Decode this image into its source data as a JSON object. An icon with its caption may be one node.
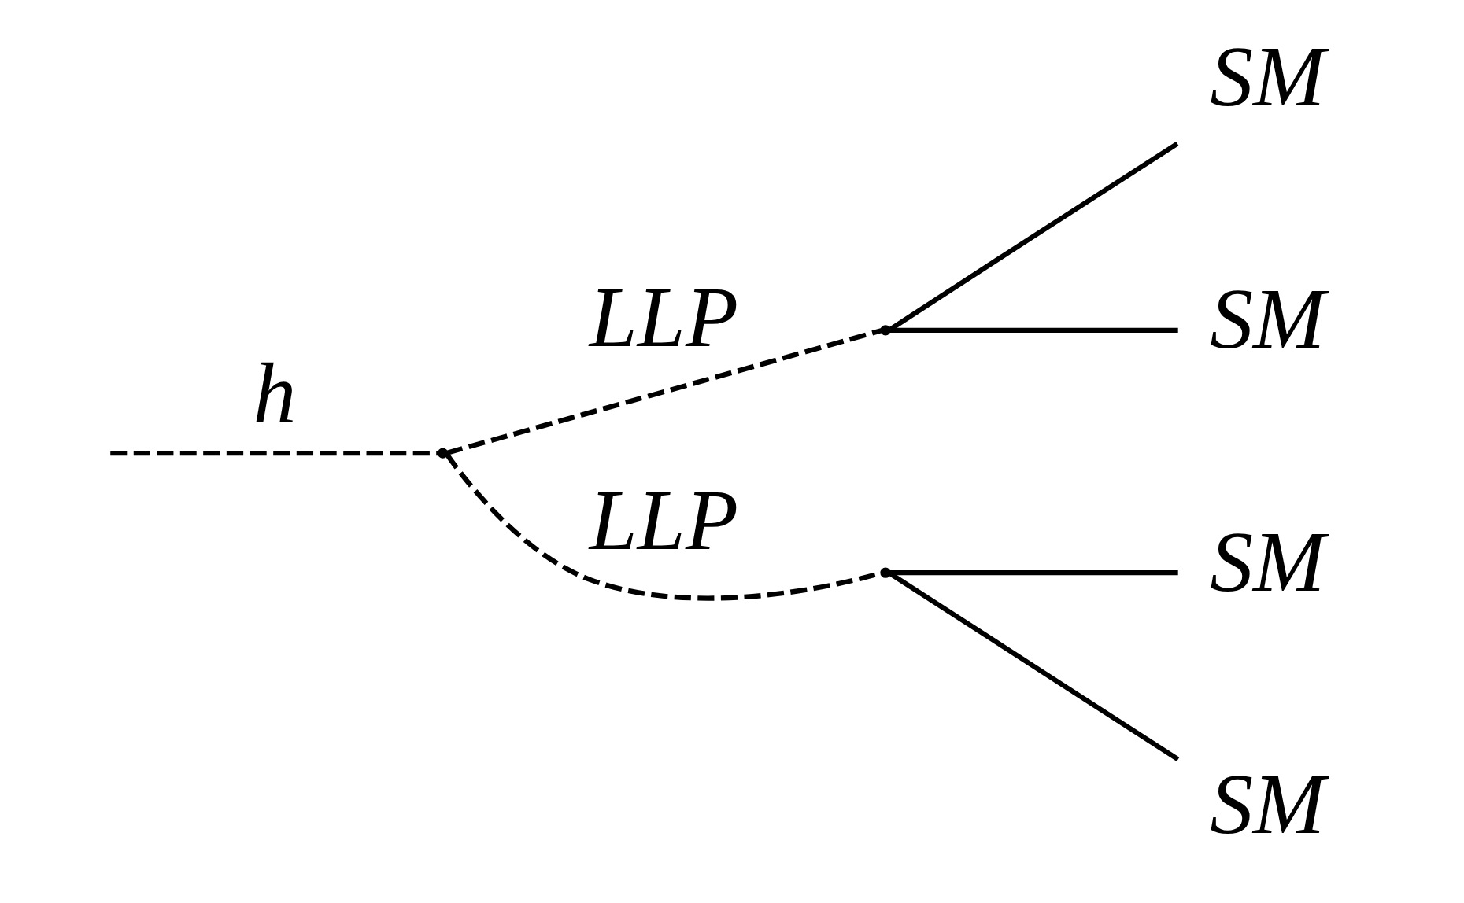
{
  "diagram": {
    "nodes": [
      {
        "text": [],
        "shape": "point"
      },
      {
        "text": [],
        "shape": "point"
      },
      {
        "text": [],
        "shape": "point"
      },
      {
        "text": [
          "SM"
        ]
      },
      {
        "text": [
          "SM"
        ]
      },
      {
        "text": [
          "SM"
        ]
      },
      {
        "text": [
          "SM"
        ]
      }
    ],
    "edges": [
      {
        "from": null,
        "to": 0,
        "arrow": "none",
        "style": "dashed",
        "label": "h"
      },
      {
        "from": 0,
        "to": 1,
        "arrow": "none",
        "style": "dashed",
        "label": "LLP"
      },
      {
        "from": 0,
        "to": 2,
        "arrow": "none",
        "style": "dashed",
        "label": "LLP"
      },
      {
        "from": 1,
        "to": 3,
        "arrow": "none"
      },
      {
        "from": 1,
        "to": 4,
        "arrow": "none"
      },
      {
        "from": 2,
        "to": 5,
        "arrow": "none"
      },
      {
        "from": 2,
        "to": 6,
        "arrow": "none"
      }
    ]
  }
}
